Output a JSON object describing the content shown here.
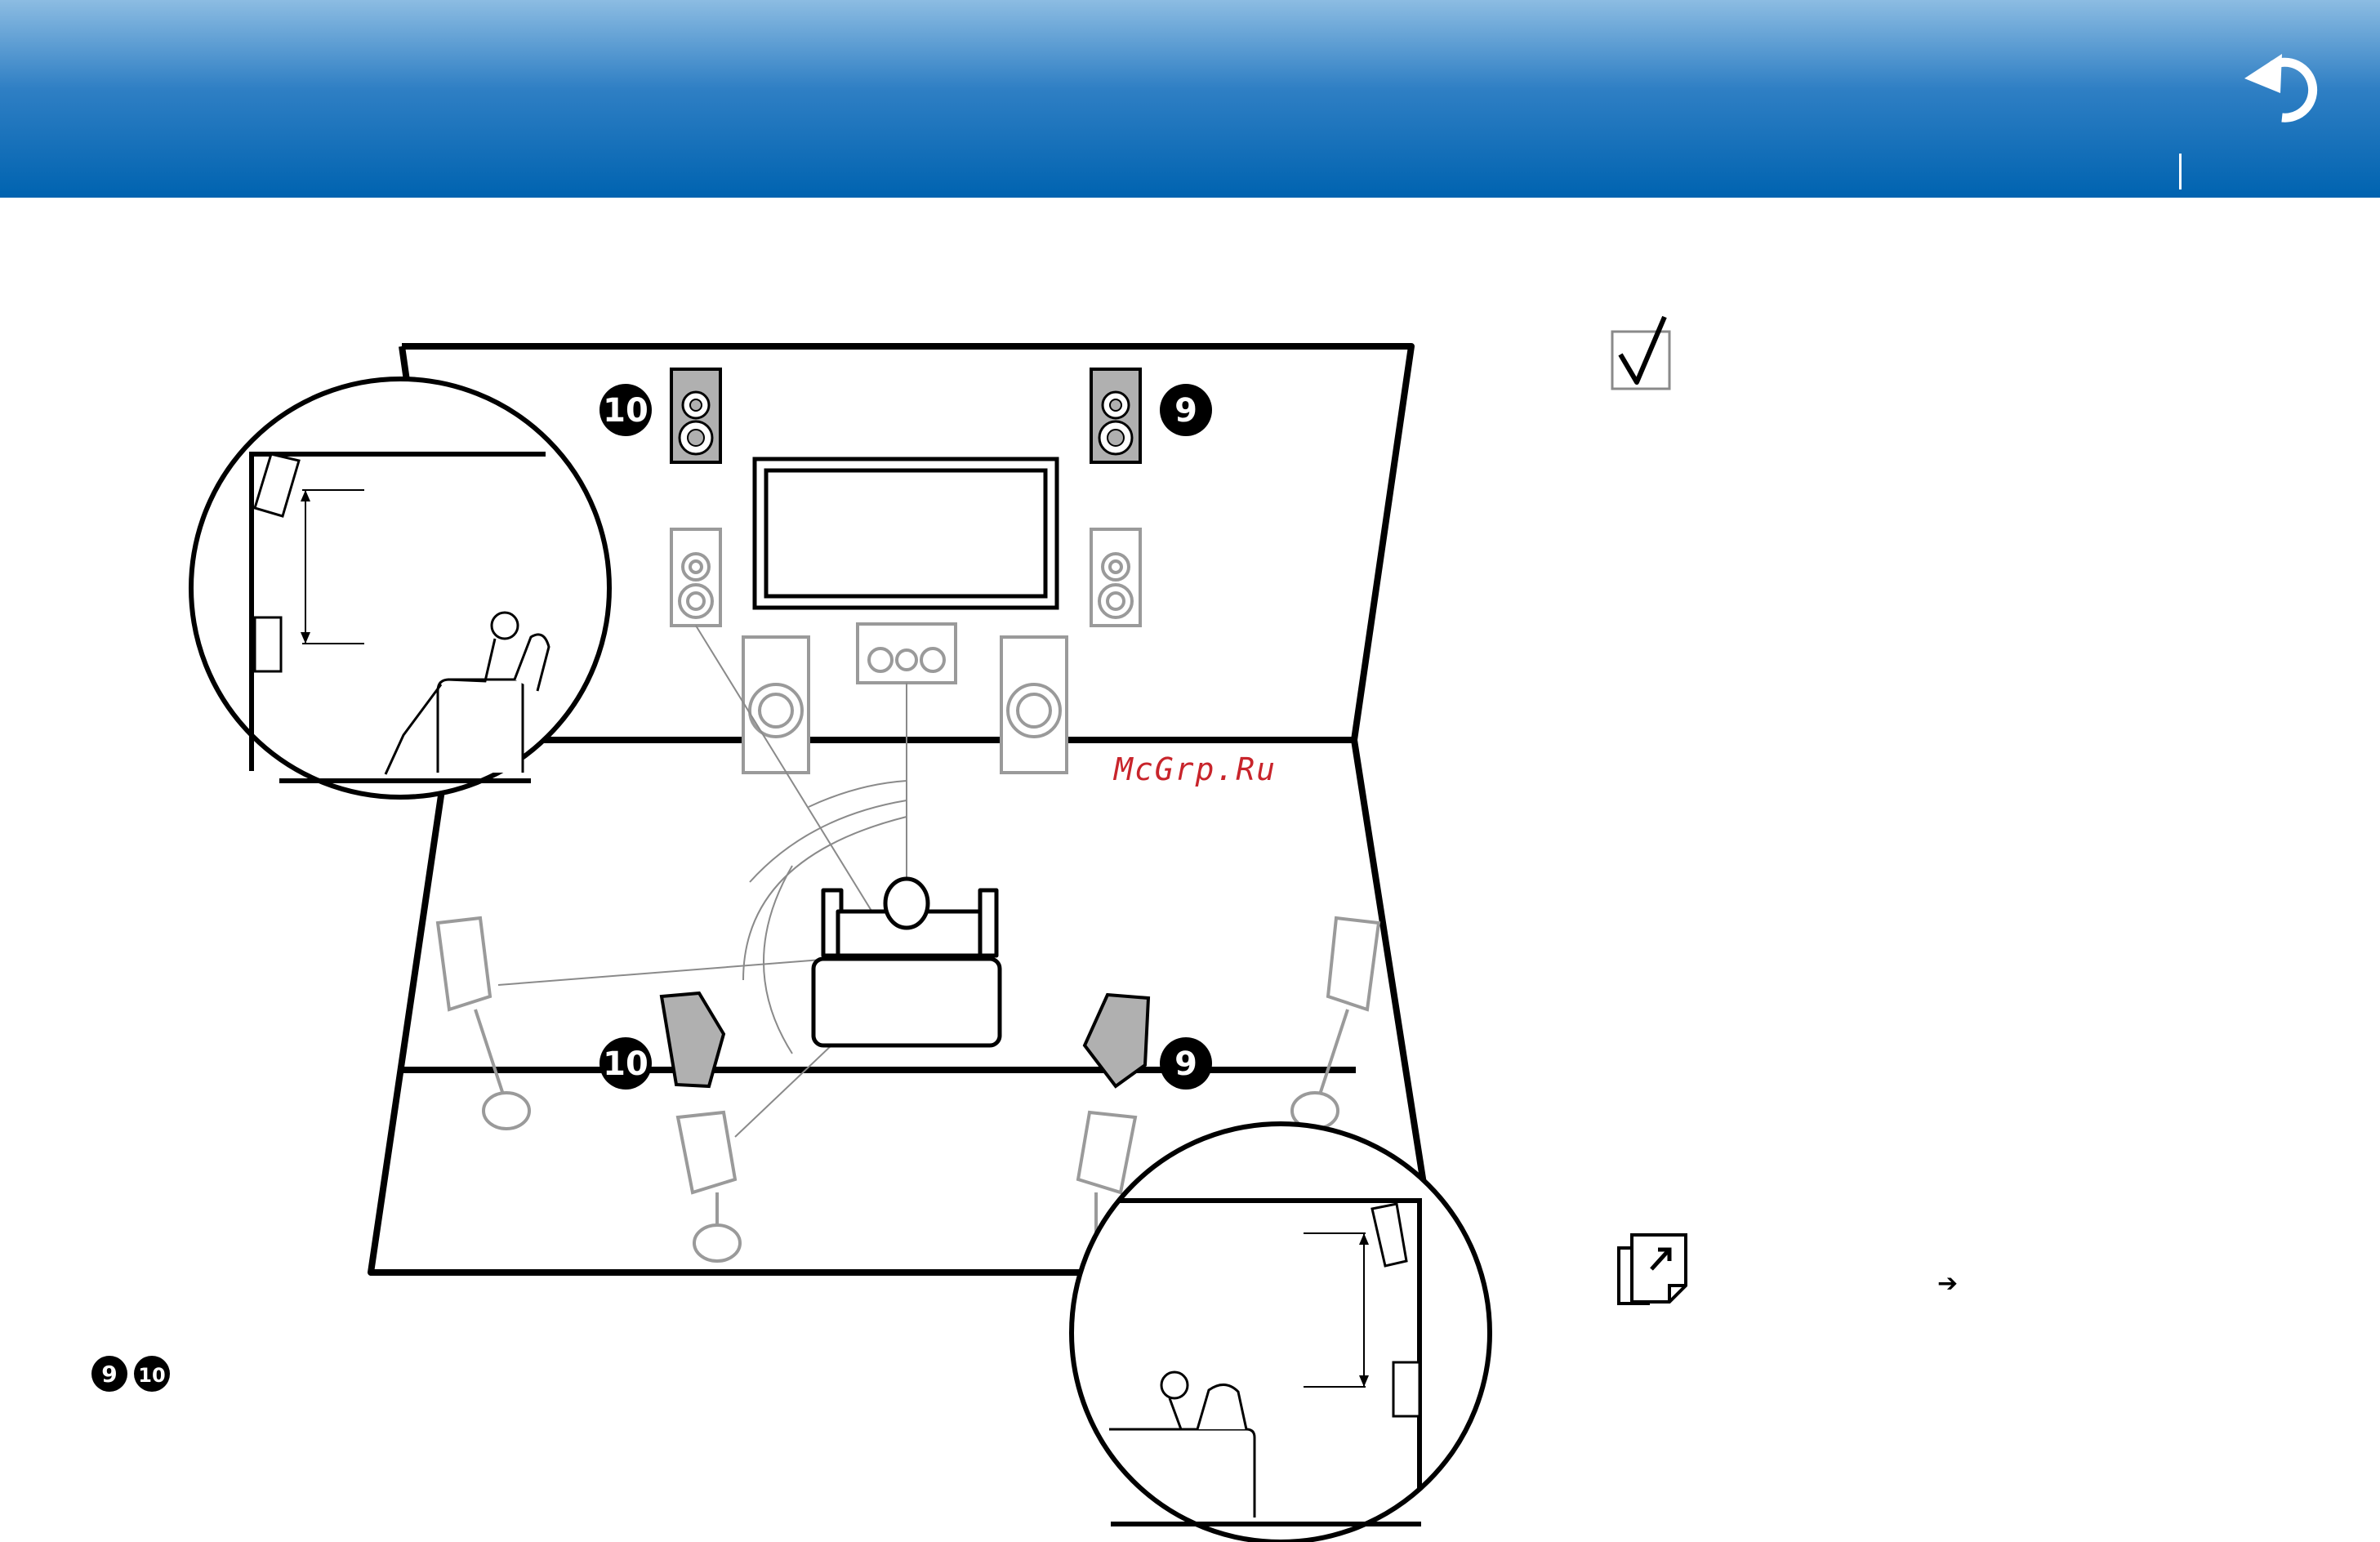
{
  "header": {
    "back_icon": "return-arrow-icon"
  },
  "figure": {
    "speaker_labels": [
      "10",
      "9",
      "10",
      "9"
    ],
    "watermark": "McGrp.Ru"
  },
  "side": {
    "check_icon": "checkbox-check-icon",
    "note_icon": "reference-note-icon",
    "arrow_icon": "right-arrow-icon",
    "arrow_text": "➔"
  },
  "footer": {
    "badge_1": "9",
    "badge_2": "10"
  },
  "colors": {
    "header_top": "#8cbce2",
    "header_bottom": "#0063b0",
    "watermark": "#c8242b",
    "speaker_fill": "#b0b0b0"
  }
}
